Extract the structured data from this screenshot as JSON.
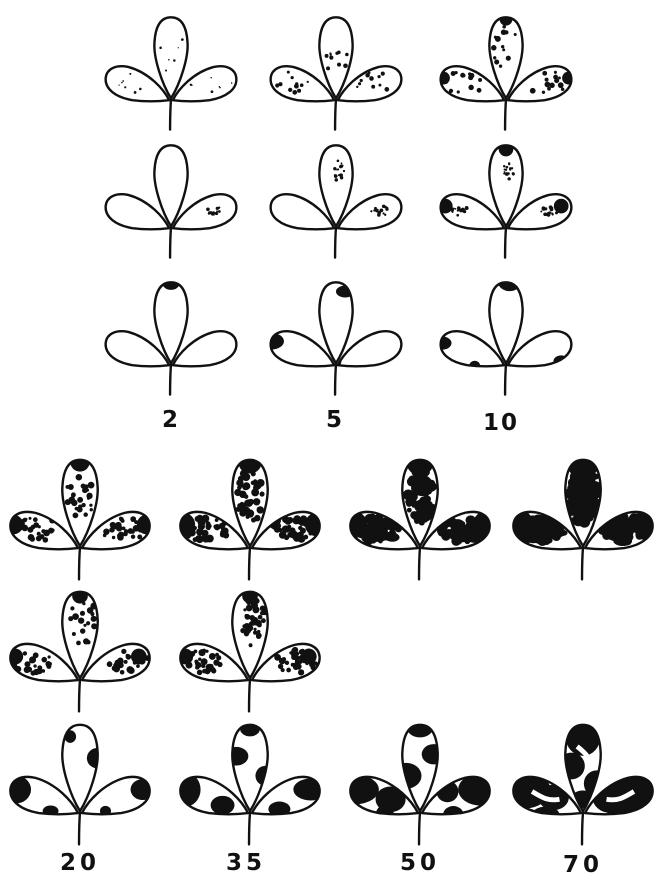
{
  "labels": {
    "top": [
      "2",
      "5",
      "10"
    ],
    "bottom": [
      "20",
      "35",
      "50",
      "70"
    ]
  },
  "colors": {
    "ink": "#111111",
    "paper": "#ffffff"
  },
  "severity_grid": {
    "top_panel": [
      {
        "pattern": "small-dots",
        "levels": [
          2,
          5,
          10
        ]
      },
      {
        "pattern": "clustered-dots",
        "levels": [
          2,
          5,
          10
        ]
      },
      {
        "pattern": "blotches",
        "levels": [
          2,
          5,
          10
        ]
      }
    ],
    "bottom_panel": [
      {
        "pattern": "small-dots",
        "levels": [
          20,
          35,
          50,
          70
        ]
      },
      {
        "pattern": "clustered-dots",
        "levels": [
          20,
          35
        ]
      },
      {
        "pattern": "blotches",
        "levels": [
          20,
          35,
          50,
          70
        ]
      }
    ]
  }
}
